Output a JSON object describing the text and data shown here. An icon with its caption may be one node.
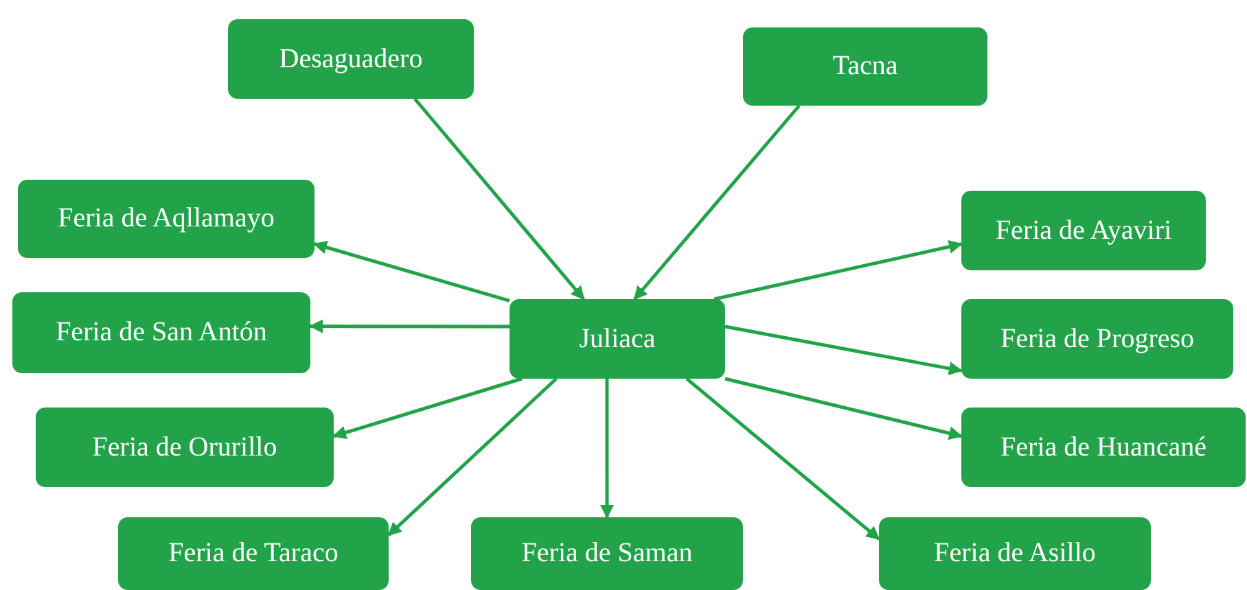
{
  "diagram": {
    "nodes": [
      {
        "text": [
          "Desaguadero"
        ]
      },
      {
        "text": [
          "Tacna"
        ]
      },
      {
        "text": [
          "Feria de Aqllamayo"
        ]
      },
      {
        "text": [
          "Feria de Ayaviri"
        ]
      },
      {
        "text": [
          "Feria de San Antón"
        ]
      },
      {
        "text": [
          "Juliaca"
        ]
      },
      {
        "text": [
          "Feria de Progreso"
        ]
      },
      {
        "text": [
          "Feria de Orurillo"
        ]
      },
      {
        "text": [
          "Feria de Huancané"
        ]
      },
      {
        "text": [
          "Feria de Taraco"
        ]
      },
      {
        "text": [
          "Feria de Saman"
        ]
      },
      {
        "text": [
          "Feria de Asillo"
        ]
      }
    ],
    "edges": [
      {
        "from": 0,
        "to": 5,
        "arrow": "to"
      },
      {
        "from": 1,
        "to": 5,
        "arrow": "to"
      },
      {
        "from": 5,
        "to": 2,
        "arrow": "to"
      },
      {
        "from": 5,
        "to": 4,
        "arrow": "to"
      },
      {
        "from": 5,
        "to": 7,
        "arrow": "to"
      },
      {
        "from": 5,
        "to": 9,
        "arrow": "to"
      },
      {
        "from": 5,
        "to": 10,
        "arrow": "to"
      },
      {
        "from": 5,
        "to": 11,
        "arrow": "to"
      },
      {
        "from": 5,
        "to": 8,
        "arrow": "to"
      },
      {
        "from": 5,
        "to": 6,
        "arrow": "to"
      },
      {
        "from": 5,
        "to": 3,
        "arrow": "to"
      }
    ]
  }
}
